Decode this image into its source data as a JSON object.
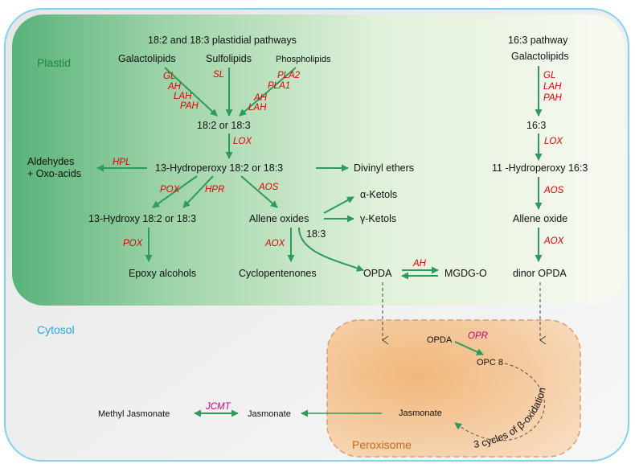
{
  "compartments": {
    "plastid": "Plastid",
    "cytosol": "Cytosol",
    "peroxisome": "Peroxisome"
  },
  "colors": {
    "arrow": "#2e9a5c",
    "enzyme": "#e00000",
    "enzyme_peroxisome": "#c8007a",
    "compartment_label_plastid": "#1f8a3a",
    "compartment_label_cytosol": "#29a8e0",
    "compartment_label_peroxisome": "#c06a20",
    "outer_border": "#7fd3f0"
  },
  "plastid_pathway": {
    "title": "18:2 and 18:3 plastidial pathways",
    "galactolipids": "Galactolipids",
    "sulfolipids": "Sulfolipids",
    "phospholipids": "Phospholipids",
    "gl": "GL",
    "ah": "AH",
    "lah": "LAH",
    "pah": "PAH",
    "sl": "SL",
    "pla2": "PLA2",
    "pla1": "PLA1",
    "ah2": "AH",
    "lah2": "LAH",
    "fa": "18:2 or 18:3",
    "lox": "LOX",
    "hydroperoxy": "13-Hydroperoxy 18:2 or 18:3",
    "hpl": "HPL",
    "aldehydes1": "Aldehydes",
    "aldehydes2": "+ Oxo-acids",
    "divinyl": "Divinyl ethers",
    "pox": "POX",
    "hpr": "HPR",
    "aos": "AOS",
    "hydroxy": "13-Hydroxy 18:2 or 18:3",
    "allene_oxides": "Allene oxides",
    "alpha_ketols": "α-Ketols",
    "gamma_ketols": "γ-Ketols",
    "c183": "18:3",
    "pox2": "POX",
    "aox": "AOX",
    "epoxy": "Epoxy alcohols",
    "cyclopentenones": "Cyclopentenones",
    "opda": "OPDA",
    "ah3": "AH",
    "mgdg": "MGDG-O"
  },
  "pathway_163": {
    "title": "16:3 pathway",
    "galactolipids": "Galactolipids",
    "gl": "GL",
    "lah": "LAH",
    "pah": "PAH",
    "fa": "16:3",
    "lox": "LOX",
    "hydroperoxy": "11 -Hydroperoxy 16:3",
    "aos": "AOS",
    "allene_oxide": "Allene oxide",
    "aox": "AOX",
    "dinor_opda": "dinor OPDA"
  },
  "peroxisome": {
    "opda": "OPDA",
    "opr": "OPR",
    "opc8": "OPC 8",
    "beta_ox": "3 cycles of β-oxidation",
    "jasmonate": "Jasmonate"
  },
  "cytosol": {
    "jasmonate": "Jasmonate",
    "jcmt": "JCMT",
    "methyl_jasmonate": "Methyl Jasmonate"
  }
}
